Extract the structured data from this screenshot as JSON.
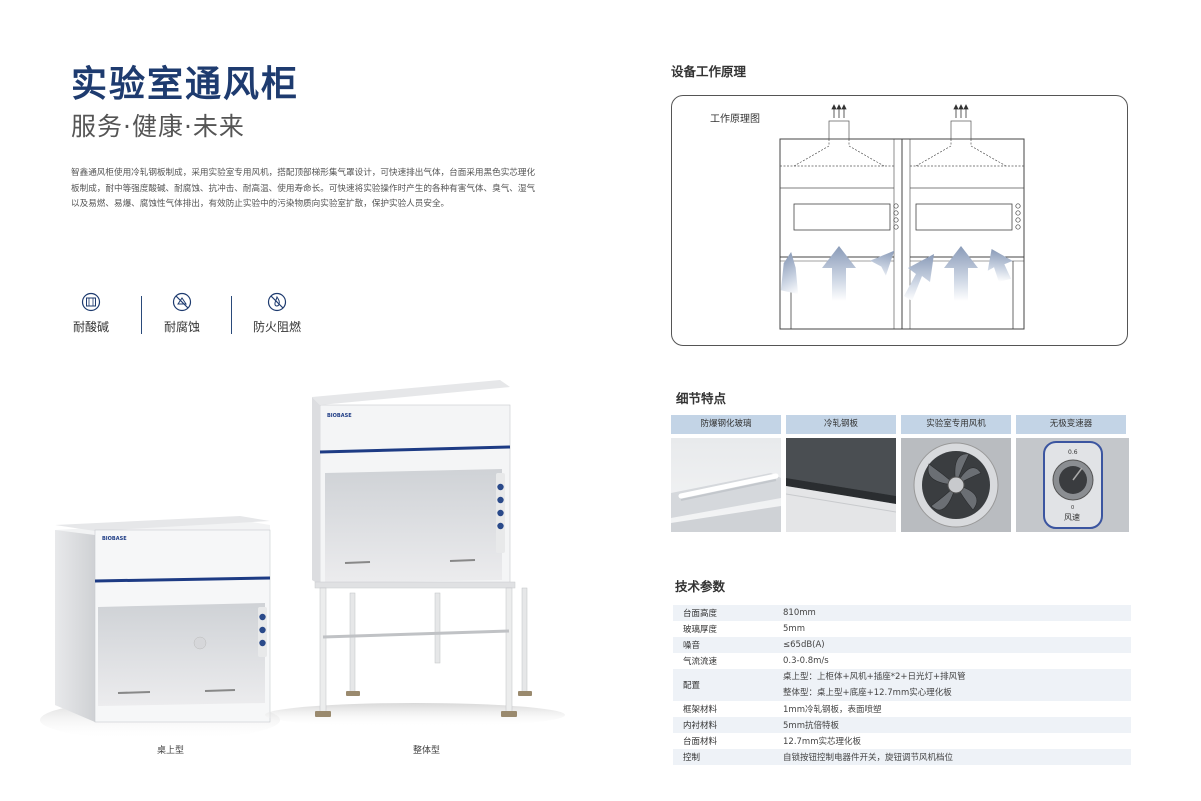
{
  "header": {
    "title": "实验室通风柜",
    "subtitle": "服务·健康·未来",
    "description": "智鑫通风柜使用冷轧钢板制成，采用实验室专用风机，搭配顶部梯形集气罩设计，可快速排出气体，台面采用黑色实芯理化板制成，耐中等强度酸碱、耐腐蚀、抗冲击、耐高温、使用寿命长。可快速将实验操作时产生的各种有害气体、臭气、湿气以及易燃、易爆、腐蚀性气体排出，有效防止实验中的污染物质向实验室扩散，保护实验人员安全。"
  },
  "features": [
    {
      "label": "耐酸碱",
      "icon": "acid-alkali-icon"
    },
    {
      "label": "耐腐蚀",
      "icon": "corrosion-icon"
    },
    {
      "label": "防火阻燃",
      "icon": "flame-retardant-icon"
    }
  ],
  "products": {
    "brand": "BIOBASE",
    "desktop_caption": "桌上型",
    "floor_caption": "整体型"
  },
  "principle": {
    "section_title": "设备工作原理",
    "diagram_label": "工作原理图"
  },
  "details": {
    "section_title": "细节特点",
    "items": [
      {
        "label": "防爆钢化玻璃"
      },
      {
        "label": "冷轧钢板"
      },
      {
        "label": "实验室专用风机"
      },
      {
        "label": "无极变速器"
      }
    ],
    "knob_top": "0.6",
    "knob_bottom": "0",
    "knob_label": "风速"
  },
  "specs": {
    "section_title": "技术参数",
    "rows": [
      {
        "key": "台面高度",
        "value": "810mm"
      },
      {
        "key": "玻璃厚度",
        "value": "5mm"
      },
      {
        "key": "噪音",
        "value": "≤65dB(A)"
      },
      {
        "key": "气流流速",
        "value": "0.3-0.8m/s"
      },
      {
        "key": "配置",
        "value": "桌上型：上柜体+风机+插座*2+日光灯+排风管",
        "value2": "整体型：桌上型+底座+12.7mm实心理化板"
      },
      {
        "key": "框架材料",
        "value": "1mm冷轧钢板，表面喷塑"
      },
      {
        "key": "内衬材料",
        "value": "5mm抗倍特板"
      },
      {
        "key": "台面材料",
        "value": "12.7mm实芯理化板"
      },
      {
        "key": "控制",
        "value": "自锁按钮控制电器件开关，旋钮调节风机档位"
      }
    ]
  }
}
